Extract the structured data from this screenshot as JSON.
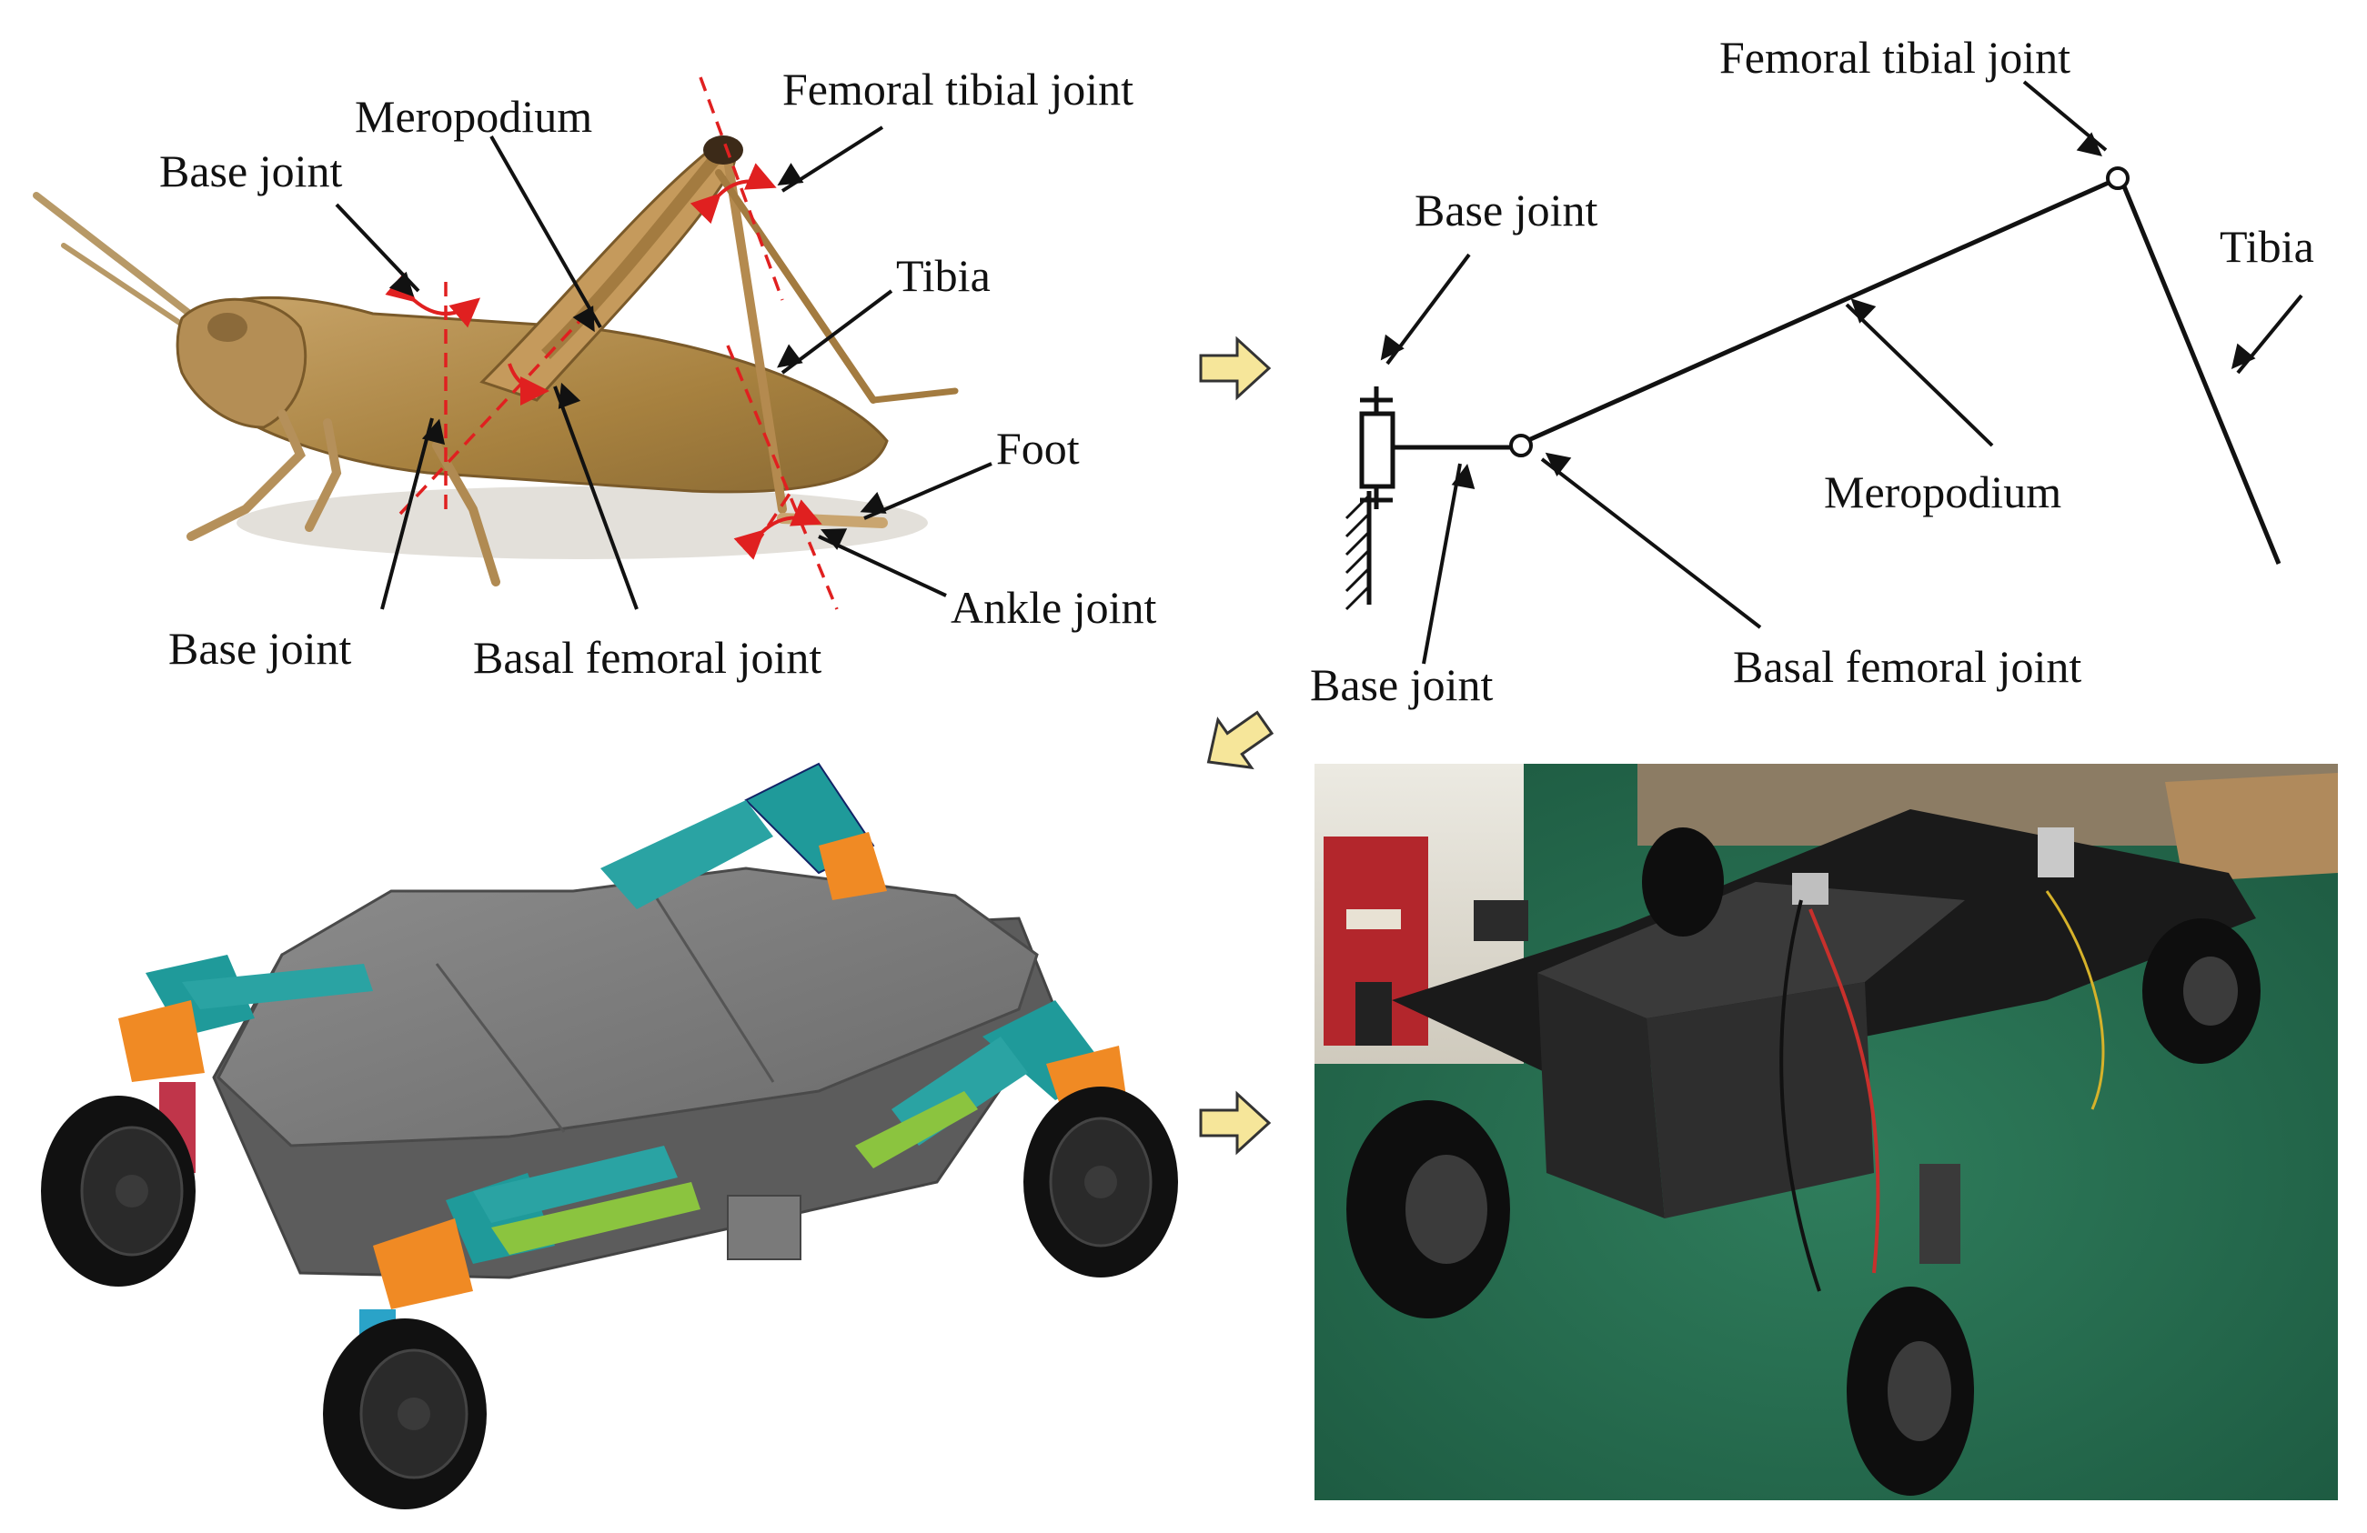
{
  "panels": {
    "insect": {
      "labels": {
        "meropodium": "Meropodium",
        "femoral_tibial_joint": "Femoral tibial joint",
        "base_joint_top": "Base joint",
        "tibia": "Tibia",
        "foot": "Foot",
        "ankle_joint": "Ankle joint",
        "base_joint_bottom": "Base joint",
        "basal_femoral_joint": "Basal femoral joint"
      }
    },
    "kinematic_diagram": {
      "labels": {
        "femoral_tibial_joint": "Femoral tibial joint",
        "base_joint_top": "Base joint",
        "tibia": "Tibia",
        "meropodium": "Meropodium",
        "base_joint_bottom": "Base joint",
        "basal_femoral_joint": "Basal femoral joint"
      }
    },
    "cad_model": {},
    "prototype_photo": {}
  },
  "arrows": {
    "color": "#f6e69a"
  }
}
